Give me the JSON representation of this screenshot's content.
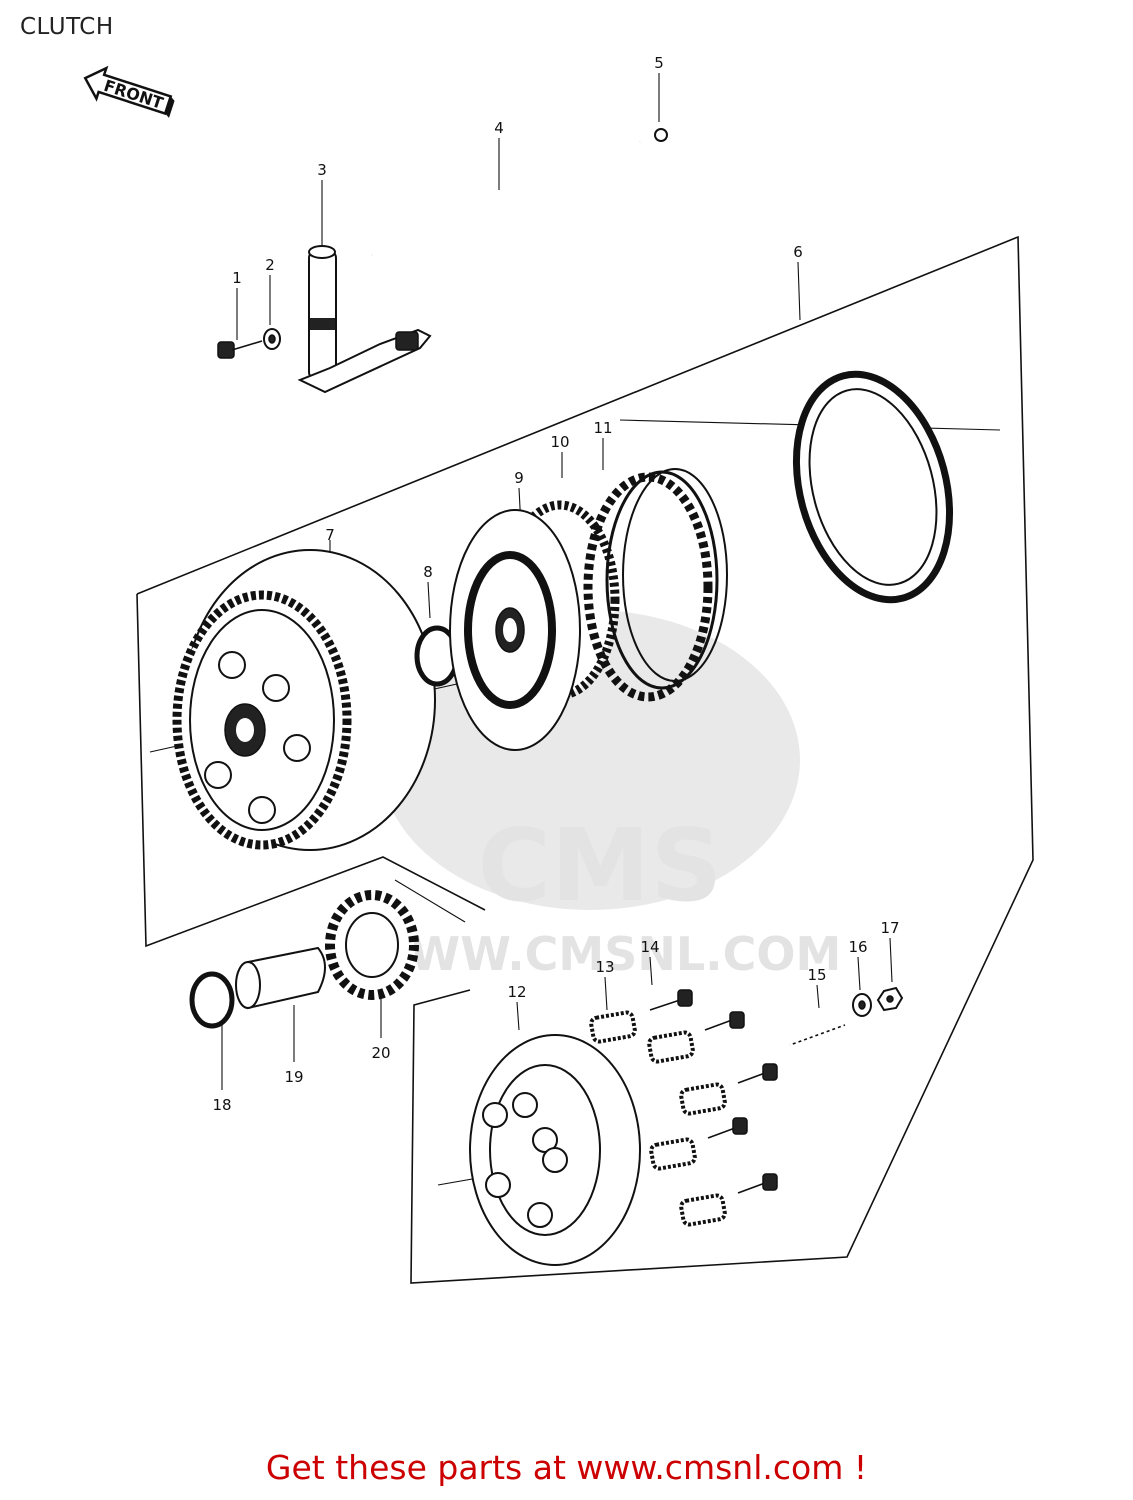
{
  "title": "CLUTCH",
  "front_arrow_label": "FRONT",
  "watermark": {
    "brand": "CMS",
    "site": "WWW.CMSNL.COM"
  },
  "callouts": [
    "1",
    "2",
    "3",
    "4",
    "5",
    "6",
    "7",
    "8",
    "9",
    "10",
    "11",
    "12",
    "13",
    "14",
    "15",
    "16",
    "17",
    "18",
    "19",
    "20"
  ],
  "footer": "Get these parts at www.cmsnl.com !"
}
